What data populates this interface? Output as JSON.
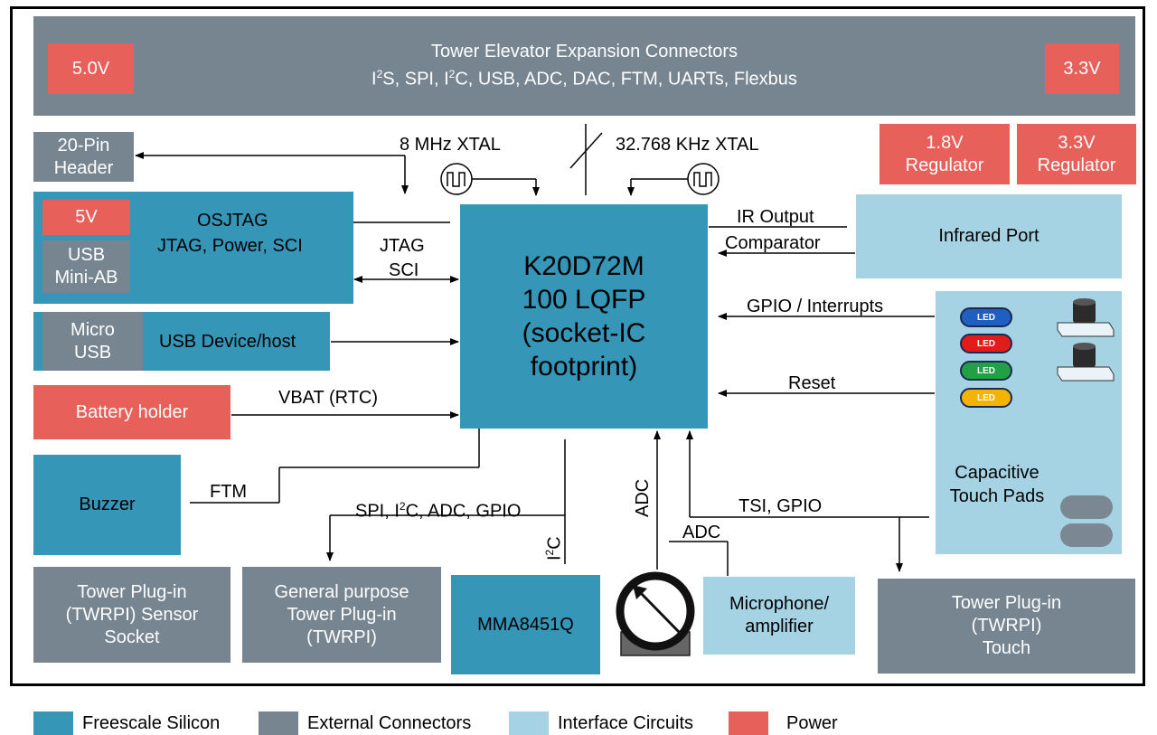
{
  "colors": {
    "silicon": "#3596b8",
    "external": "#778591",
    "interface": "#a6d3e4",
    "power": "#e8605a"
  },
  "tower": {
    "title": "Tower Elevator Expansion Connectors",
    "bus_1": "I",
    "bus_sup_1": "2",
    "bus_2": "S, SPI, I",
    "bus_sup_2": "2",
    "bus_3": "C, USB, ADC, DAC, FTM, UARTs, Flexbus",
    "v_left": "5.0V",
    "v_right": "3.3V"
  },
  "regulators": {
    "r18": "1.8V Regulator",
    "r33": "3.3V Regulator"
  },
  "header20": "20-Pin Header",
  "osjtag": {
    "title": "OSJTAG",
    "sub": "JTAG, Power, SCI",
    "v5": "5V",
    "usb": "USB Mini-AB"
  },
  "microusb": {
    "usb": "Micro USB",
    "label": "USB Device/host"
  },
  "battery": "Battery holder",
  "buzzer": "Buzzer",
  "mcu": {
    "l1": "K20D72M",
    "l2": "100 LQFP",
    "l3": "(socket-IC",
    "l4": "footprint)"
  },
  "infrared": "Infrared Port",
  "touch": {
    "label": "Capacitive Touch Pads",
    "leds": [
      {
        "text": "LED",
        "color": "#1f5fbf"
      },
      {
        "text": "LED",
        "color": "#e21b1b"
      },
      {
        "text": "LED",
        "color": "#22a046"
      },
      {
        "text": "LED",
        "color": "#f2b400"
      }
    ]
  },
  "plugins": {
    "sensor": "Tower Plug-in (TWRPI) Sensor Socket",
    "gp": "General purpose Tower Plug-in (TWRPI)",
    "touch": "Tower Plug-in (TWRPI) Touch"
  },
  "accel": "MMA8451Q",
  "mic": "Microphone/ amplifier",
  "signals": {
    "xtal8": "8 MHz XTAL",
    "xtal32": "32.768 KHz XTAL",
    "jtag": "JTAG",
    "sci": "SCI",
    "vbat": "VBAT (RTC)",
    "ftm": "FTM",
    "spi_a": "SPI, I",
    "spi_sup": "2",
    "spi_b": "C, ADC, GPIO",
    "i2c_a": "I",
    "i2c_sup": "2",
    "i2c_b": "C",
    "adc1": "ADC",
    "adc2": "ADC",
    "tsi": "TSI, GPIO",
    "ir_out": "IR Output",
    "comp": "Comparator",
    "gpio": "GPIO / Interrupts",
    "reset": "Reset"
  },
  "legend": [
    {
      "label": "Freescale Silicon",
      "color": "#3596b8"
    },
    {
      "label": "External Connectors",
      "color": "#778591"
    },
    {
      "label": "Interface Circuits",
      "color": "#a6d3e4"
    },
    {
      "label": "Power",
      "color": "#e8605a"
    }
  ]
}
